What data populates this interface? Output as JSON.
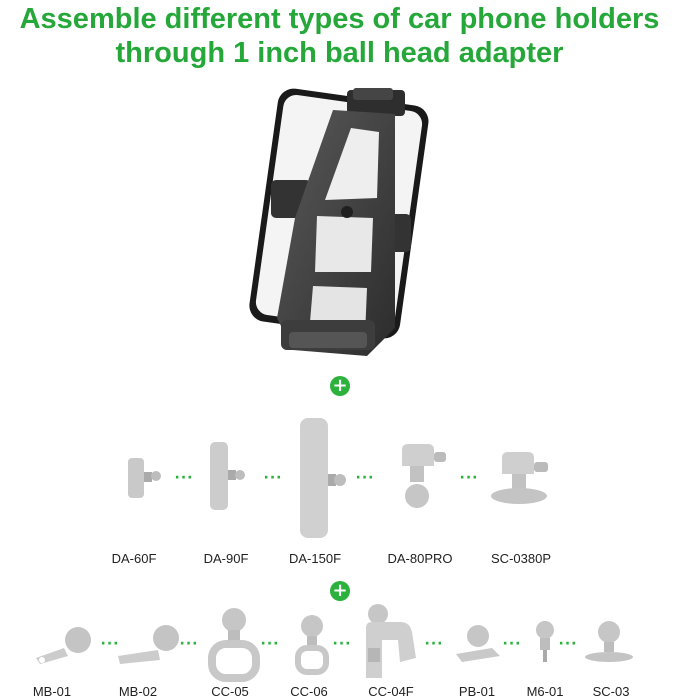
{
  "headline": {
    "line1": "Assemble different types of car phone holders",
    "line2": "through 1 inch ball head adapter"
  },
  "colors": {
    "accent": "#25a839",
    "product_dark": "#3a3a3a",
    "accessory_gray": "#c8c8c8"
  },
  "connector_symbol": "+",
  "separator": "···",
  "row1": {
    "labels": [
      "DA-60F",
      "DA-90F",
      "DA-150F",
      "DA-80PRO",
      "SC-0380P"
    ]
  },
  "row2": {
    "labels": [
      "MB-01",
      "MB-02",
      "CC-05",
      "CC-06",
      "CC-04F",
      "PB-01",
      "M6-01",
      "SC-03"
    ]
  }
}
